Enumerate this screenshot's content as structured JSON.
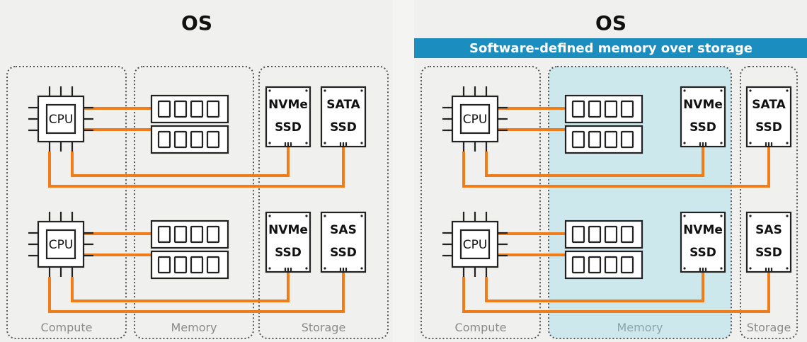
{
  "left": {
    "title": "OS",
    "regions": {
      "compute": "Compute",
      "memory": "Memory",
      "storage": "Storage"
    },
    "top_row": {
      "cpu": "CPU",
      "ssd_a": [
        "NVMe",
        "SSD"
      ],
      "ssd_b": [
        "SATA",
        "SSD"
      ]
    },
    "bottom_row": {
      "cpu": "CPU",
      "ssd_a": [
        "NVMe",
        "SSD"
      ],
      "ssd_b": [
        "SAS",
        "SSD"
      ]
    }
  },
  "right": {
    "title": "OS",
    "banner": "Software-defined memory over storage",
    "regions": {
      "compute": "Compute",
      "memory": "Memory",
      "storage": "Storage"
    },
    "top_row": {
      "cpu": "CPU",
      "ssd_a": [
        "NVMe",
        "SSD"
      ],
      "ssd_b": [
        "SATA",
        "SSD"
      ]
    },
    "bottom_row": {
      "cpu": "CPU",
      "ssd_a": [
        "NVMe",
        "SSD"
      ],
      "ssd_b": [
        "SAS",
        "SSD"
      ]
    }
  },
  "colors": {
    "wire": "#f07d1a",
    "banner": "#1b8dbf",
    "memory_highlight": "#cde8ec"
  }
}
